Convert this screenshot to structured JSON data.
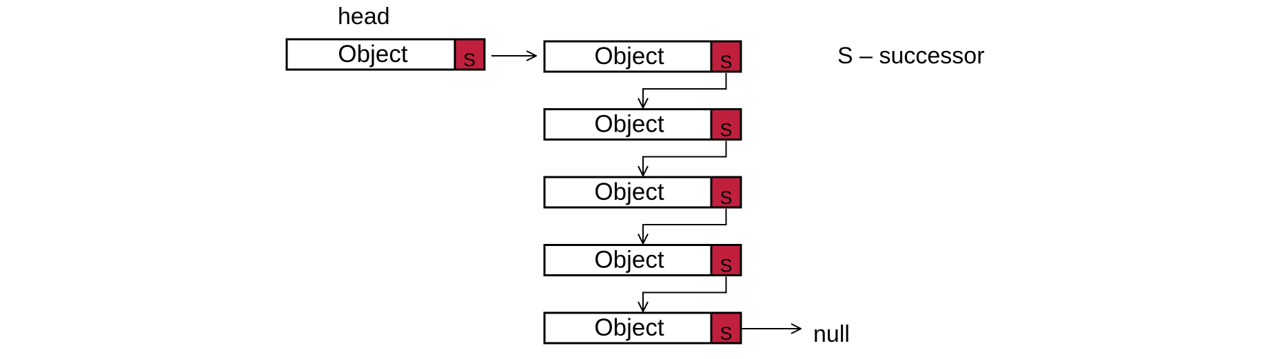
{
  "diagram": {
    "head_label": "head",
    "legend": "S – successor",
    "null_label": "null",
    "colors": {
      "successor_fill": "#C0203E",
      "box_fill": "#FFFFFF",
      "stroke": "#000000"
    },
    "head_node": {
      "object": "Object",
      "successor": "S"
    },
    "chain": [
      {
        "object": "Object",
        "successor": "S"
      },
      {
        "object": "Object",
        "successor": "S"
      },
      {
        "object": "Object",
        "successor": "S"
      },
      {
        "object": "Object",
        "successor": "S"
      },
      {
        "object": "Object",
        "successor": "S"
      }
    ]
  }
}
